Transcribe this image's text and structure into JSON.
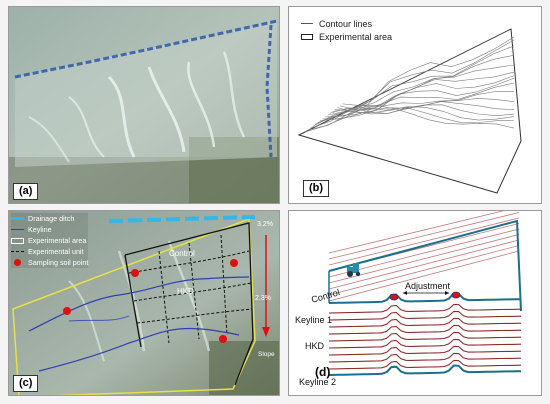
{
  "panels": {
    "a": {
      "label": "(a)"
    },
    "b": {
      "label": "(b)",
      "legend": {
        "contour": "Contour lines",
        "area": "Experimental area"
      }
    },
    "c": {
      "label": "(c)",
      "legend": {
        "ditch": "Drainage ditch",
        "keyline": "Keyline",
        "area": "Experimental area",
        "unit": "Experimental unit",
        "sampling": "Sampling soil point"
      },
      "texts": {
        "control": "Control",
        "hkd": "HKD",
        "slope1": "3.2%",
        "slope2": "2.3%",
        "slope": "Slope"
      }
    },
    "d": {
      "label": "(d)",
      "texts": {
        "control": "Control",
        "adjustment": "Adjustment",
        "keyline1": "Keyline  1",
        "hkd": "HKD",
        "keyline2": "Keyline  2"
      }
    }
  },
  "colors": {
    "ditch": "#32b8e6",
    "keyline": "#2f3fb0",
    "sampling_point": "#e01010",
    "contour_d": "#8b2e2e",
    "terrain_d": "#1a6f8a"
  },
  "icons": {
    "tractor": "tractor-icon"
  }
}
